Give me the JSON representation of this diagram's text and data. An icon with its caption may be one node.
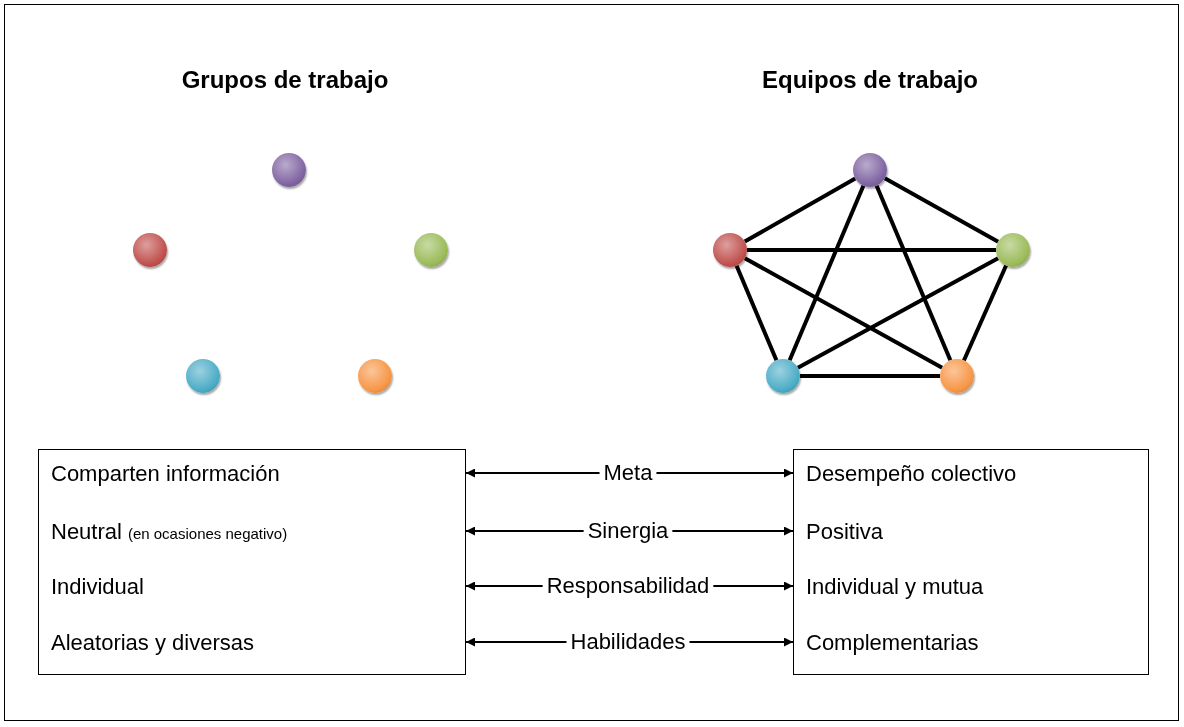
{
  "diagram": {
    "nodes": [
      {
        "text": [],
        "shape": "circle"
      },
      {
        "text": [],
        "shape": "circle"
      },
      {
        "text": [],
        "shape": "circle"
      },
      {
        "text": [],
        "shape": "circle"
      },
      {
        "text": [],
        "shape": "circle"
      },
      {
        "text": [],
        "shape": "circle"
      },
      {
        "text": [],
        "shape": "circle"
      },
      {
        "text": [],
        "shape": "circle"
      },
      {
        "text": [],
        "shape": "circle"
      },
      {
        "text": [],
        "shape": "circle"
      },
      {
        "text": [
          "Comparten información",
          "Neutral",
          "(en ocasiones negativo)",
          "Individual",
          "Aleatorias y diversas"
        ]
      },
      {
        "text": [
          "Desempeño colectivo",
          "Positiva",
          "Individual y mutua",
          "Complementarias"
        ]
      },
      {
        "text": [
          "Meta"
        ]
      },
      {
        "text": [
          "Sinergia"
        ]
      },
      {
        "text": [
          "Responsabilidad"
        ]
      },
      {
        "text": [
          "Habilidades"
        ]
      }
    ],
    "edges": [
      {
        "from": 5,
        "to": 6,
        "arrow": "none"
      },
      {
        "from": 5,
        "to": 7,
        "arrow": "none"
      },
      {
        "from": 5,
        "to": 8,
        "arrow": "none"
      },
      {
        "from": 5,
        "to": 9,
        "arrow": "none"
      },
      {
        "from": 6,
        "to": 7,
        "arrow": "none"
      },
      {
        "from": 6,
        "to": 8,
        "arrow": "none"
      },
      {
        "from": 6,
        "to": 9,
        "arrow": "none"
      },
      {
        "from": 7,
        "to": 8,
        "arrow": "none"
      },
      {
        "from": 7,
        "to": 9,
        "arrow": "none"
      },
      {
        "from": 8,
        "to": 9,
        "arrow": "none"
      },
      {
        "from": 12,
        "to": 10,
        "arrow": "to"
      },
      {
        "from": 12,
        "to": 11,
        "arrow": "to"
      },
      {
        "from": 13,
        "to": 10,
        "arrow": "to"
      },
      {
        "from": 13,
        "to": 11,
        "arrow": "to"
      },
      {
        "from": 14,
        "to": 10,
        "arrow": "to"
      },
      {
        "from": 14,
        "to": 11,
        "arrow": "to"
      },
      {
        "from": 15,
        "to": 10,
        "arrow": "to"
      },
      {
        "from": 15,
        "to": 11,
        "arrow": "to"
      }
    ],
    "labels": [
      "Grupos de trabajo",
      "Equipos de trabajo"
    ]
  }
}
